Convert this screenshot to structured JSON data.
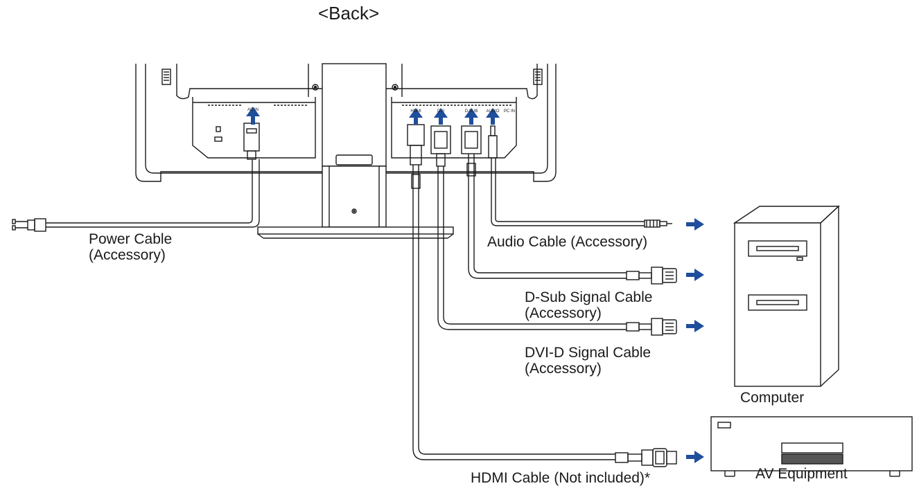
{
  "heading": "<Back>",
  "port_labels": {
    "power": "AC IN",
    "hdmi": "HDMI",
    "dvi": "DVI",
    "dsub": "D-SUB",
    "audio": "AUDIO",
    "speaker": "PC IN"
  },
  "cables": {
    "power": {
      "line1": "Power Cable",
      "line2": "(Accessory)"
    },
    "audio": {
      "line1": "Audio Cable (Accessory)"
    },
    "dsub": {
      "line1": "D-Sub Signal Cable",
      "line2": "(Accessory)"
    },
    "dvi": {
      "line1": "DVI-D Signal Cable",
      "line2": "(Accessory)"
    },
    "hdmi": {
      "line1": "HDMI Cable (Not included)*"
    }
  },
  "devices": {
    "computer": "Computer",
    "av": "AV Equipment"
  },
  "colors": {
    "line": "#1a1a1a",
    "arrow": "#1f4e9c",
    "background": "#ffffff"
  }
}
